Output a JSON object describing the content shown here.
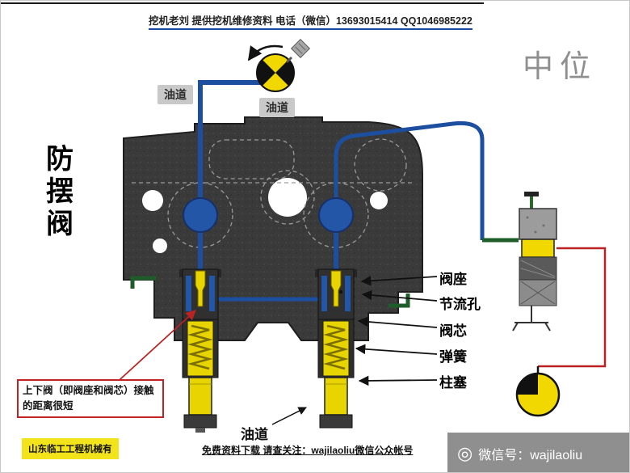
{
  "header": {
    "contact": "挖机老刘 提供挖机维修资料 电话（微信）13693015414 QQ1046985222"
  },
  "titles": {
    "mode": "中位",
    "valve": "防摆阀"
  },
  "oil_labels": {
    "top_left": "油道",
    "top_center": "油道",
    "bottom": "油道"
  },
  "part_labels": [
    "阀座",
    "节流孔",
    "阀芯",
    "弹簧",
    "柱塞"
  ],
  "note": {
    "text": "上下阀（即阀座和阀芯）接触的距离很短"
  },
  "footer": {
    "company": "山东临工工程机械有",
    "download": "免费资料下载 请查关注：wajilaoliu微信公众帐号",
    "wechat": "微信号：wajilaoliu"
  },
  "colors": {
    "pipe_blue": "#1d4fa0",
    "valve_yellow": "#e8d400",
    "body_gray": "#3a3a3a",
    "accent_red": "#bb2222",
    "green_port": "#1e5c2a",
    "wechat_bar": "#8f8f8f",
    "highlight_yellow": "#f2e31a"
  }
}
